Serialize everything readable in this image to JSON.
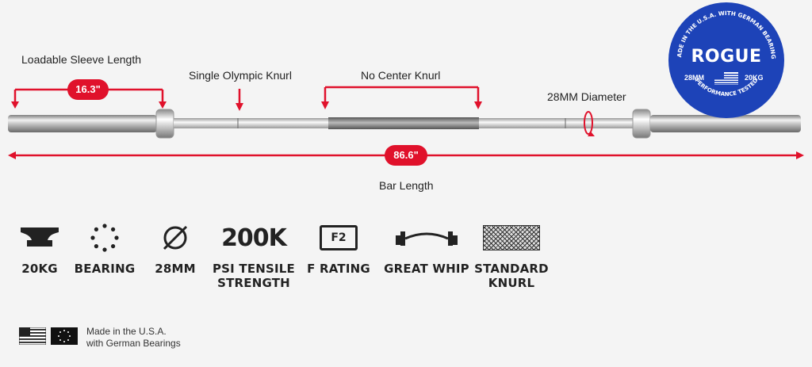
{
  "annotations": {
    "sleeve_label": "Loadable Sleeve Length",
    "sleeve_value": "16.3\"",
    "olympic_knurl": "Single Olympic Knurl",
    "center_knurl": "No Center Knurl",
    "diameter": "28MM Diameter",
    "bar_length_value": "86.6\"",
    "bar_length_label": "Bar Length"
  },
  "badge": {
    "arc_text": "MADE IN THE U.S.A. WITH GERMAN BEARINGS",
    "brand": "ROGUE",
    "left_spec": "28MM",
    "right_spec": "20KG",
    "bottom_arc": "PERFORMANCE TESTED"
  },
  "specs": [
    {
      "icon": "anvil-icon",
      "label": "20KG"
    },
    {
      "icon": "bearing-icon",
      "label": "BEARING"
    },
    {
      "icon": "diameter-icon",
      "label": "28MM"
    },
    {
      "icon": "text-200k",
      "big": "200K",
      "label": "PSI TENSILE STRENGTH"
    },
    {
      "icon": "f-rating-icon",
      "badge": "F2",
      "label": "F RATING"
    },
    {
      "icon": "whip-icon",
      "label": "GREAT WHIP"
    },
    {
      "icon": "knurl-icon",
      "label": "STANDARD KNURL"
    }
  ],
  "footer": {
    "line1": "Made in the U.S.A.",
    "line2": "with German Bearings"
  },
  "colors": {
    "accent": "#e0112b",
    "badge_blue": "#1d43b8",
    "background": "#f4f4f4"
  }
}
